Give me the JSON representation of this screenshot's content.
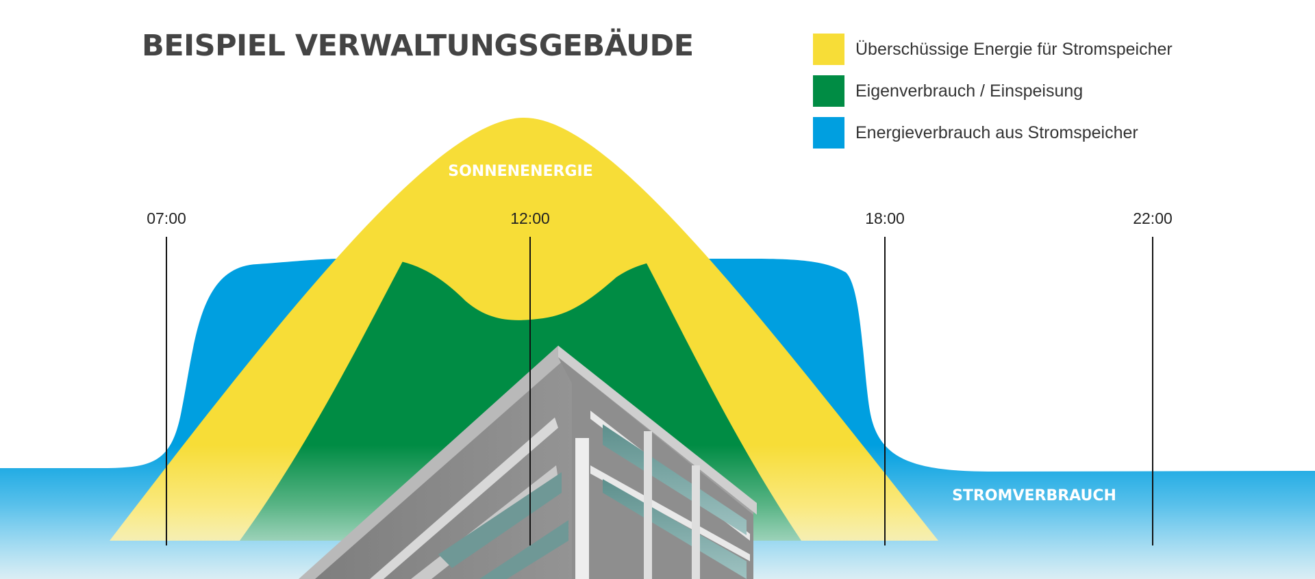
{
  "title": "BEISPIEL VERWALTUNGSGEBÄUDE",
  "legend": [
    {
      "label": "Überschüssige Energie für Stromspeicher",
      "color": "#f7dd37"
    },
    {
      "label": "Eigenverbrauch / Einspeisung",
      "color": "#008c44"
    },
    {
      "label": "Energieverbrauch aus Stromspeicher",
      "color": "#009fe0"
    }
  ],
  "chart_data": {
    "type": "area",
    "x_ticks": [
      "07:00",
      "12:00",
      "18:00",
      "22:00"
    ],
    "series": [
      {
        "name": "SONNENENERGIE",
        "color": "#f7dd37"
      },
      {
        "name": "STROMVERBRAUCH",
        "color": "#009fe0"
      }
    ],
    "overlap_color": "#008c44",
    "grid": "vertical lines at ticks",
    "legend_position": "top-right"
  }
}
